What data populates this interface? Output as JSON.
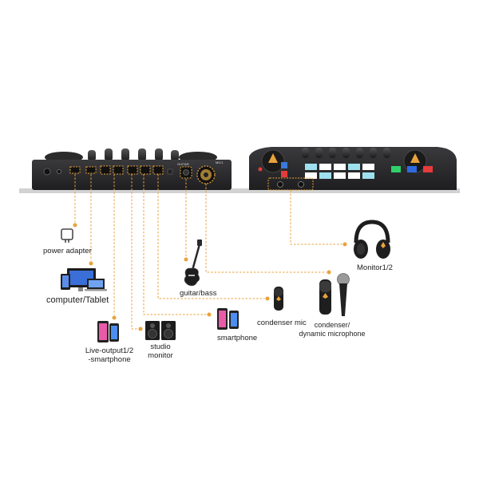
{
  "colors": {
    "connector": "#e9a23b",
    "device_body": "#2a2a2c",
    "shelf": "#cfcfcf",
    "text": "#222222"
  },
  "rear_panel": {
    "port_labels": [
      "MIC1",
      "GUITAR"
    ]
  },
  "devices": [
    {
      "id": "power",
      "label": "power adapter",
      "icon": "power-adapter-icon"
    },
    {
      "id": "computer",
      "label": "computer/Tablet",
      "icon": "computer-tablet-icon"
    },
    {
      "id": "live",
      "label": "Live-output1/2\n-smartphone",
      "icon": "smartphone-icon"
    },
    {
      "id": "studio",
      "label": "studio\nmonitor",
      "icon": "studio-monitor-icon"
    },
    {
      "id": "smartphone",
      "label": "smartphone",
      "icon": "smartphone-icon"
    },
    {
      "id": "guitar",
      "label": "guitar/bass",
      "icon": "guitar-icon"
    },
    {
      "id": "condenser",
      "label": "condenser mic",
      "icon": "condenser-mic-icon"
    },
    {
      "id": "dynamic",
      "label": "condenser/\ndynamic microphone",
      "icon": "dynamic-mic-icon"
    },
    {
      "id": "headphones",
      "label": "Monitor1/2",
      "icon": "headphones-icon"
    }
  ]
}
